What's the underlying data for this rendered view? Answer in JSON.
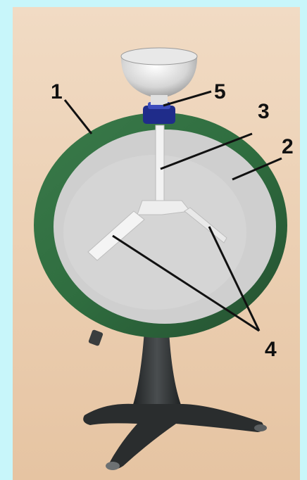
{
  "colors": {
    "page_background": "#c8f6fa",
    "panel_background": "#ecd0b2",
    "ring": "#2f6d3f",
    "disc": "#cfcfcf",
    "stand": "#2a2d2e",
    "cap": "#1f2c8a"
  },
  "labels": {
    "ring": "1",
    "disc": "2",
    "rod": "3",
    "leaves": "4",
    "insulator": "5"
  }
}
